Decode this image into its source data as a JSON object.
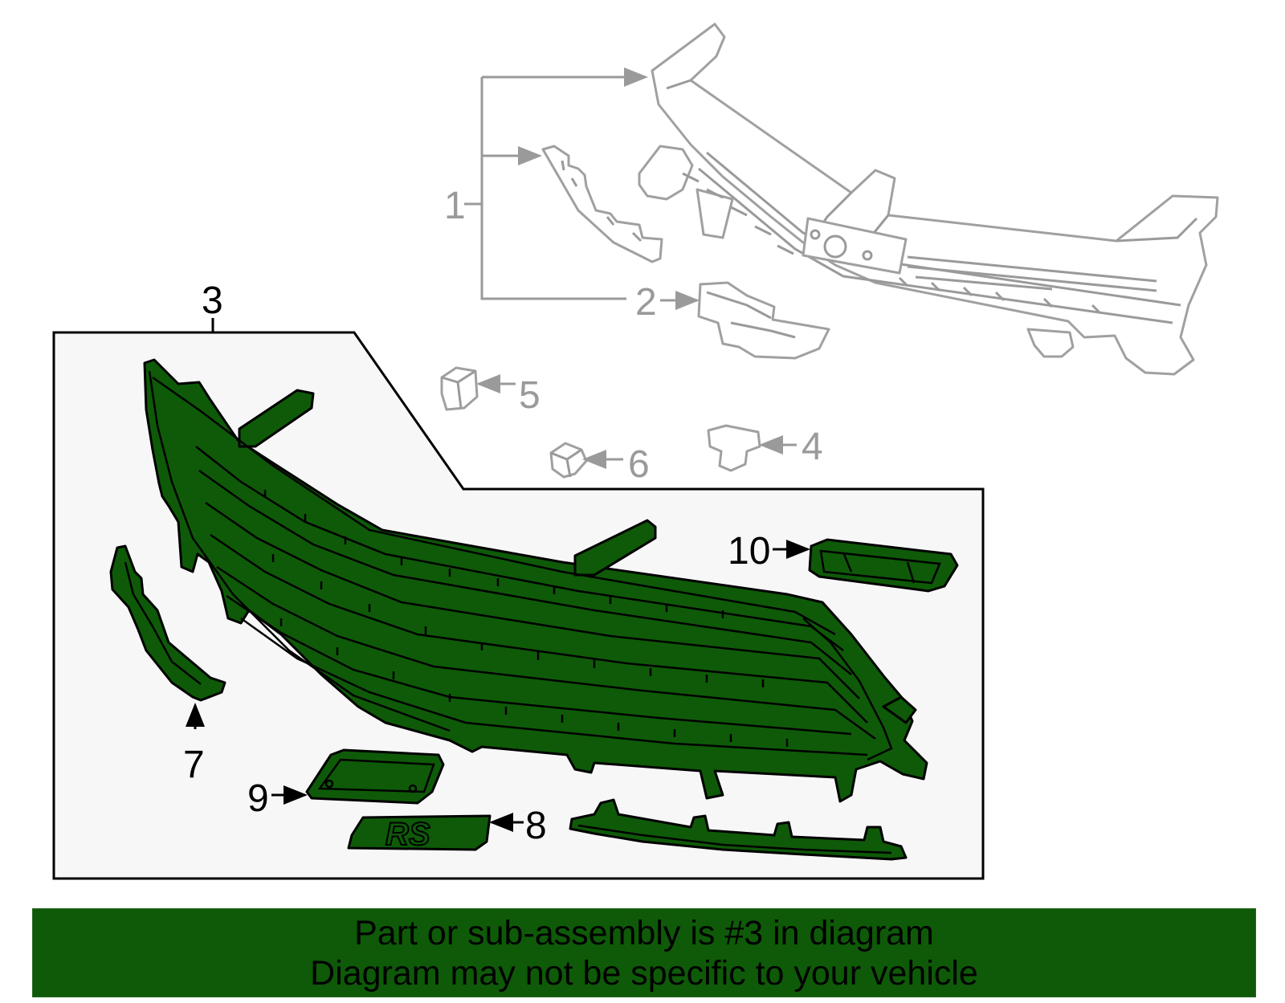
{
  "diagram": {
    "callouts": {
      "c1": "1",
      "c2": "2",
      "c3": "3",
      "c4": "4",
      "c5": "5",
      "c6": "6",
      "c7": "7",
      "c8": "8",
      "c9": "9",
      "c10": "10"
    },
    "emblem_text": "RS",
    "highlight_color": "#0e5a08",
    "inactive_color": "#9a9a9a"
  },
  "banner": {
    "line1": "Part or sub-assembly is #3 in diagram",
    "line2": "Diagram may not be specific to your vehicle"
  }
}
